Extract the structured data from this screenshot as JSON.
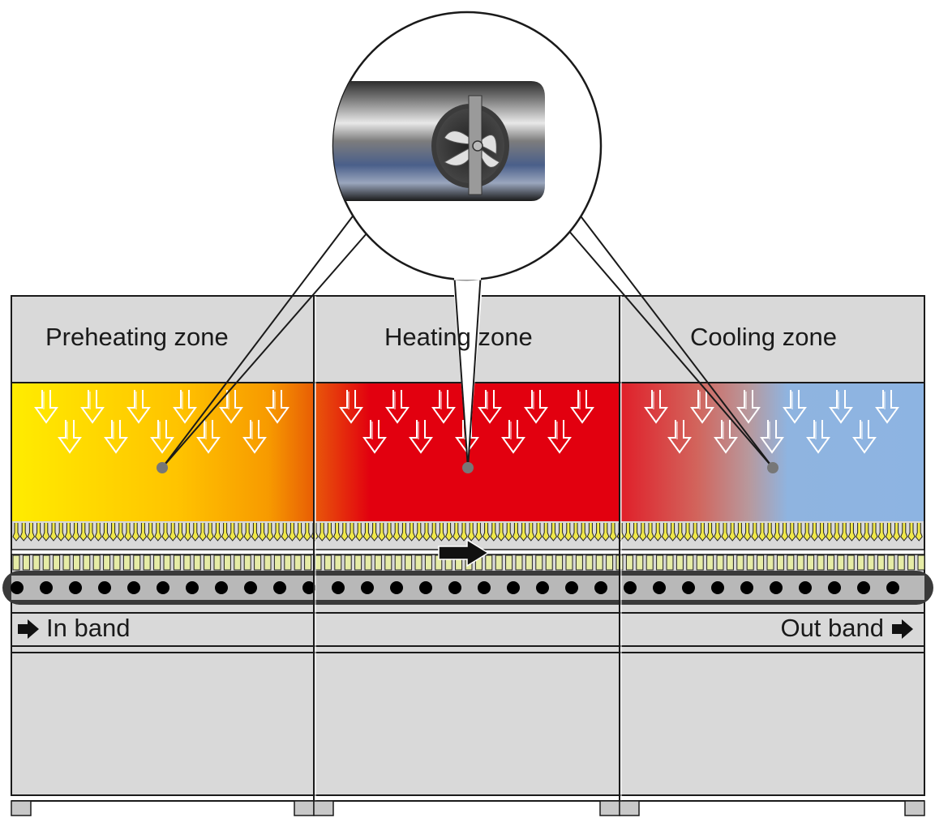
{
  "zones": [
    {
      "label": "Preheating zone"
    },
    {
      "label": "Heating zone"
    },
    {
      "label": "Cooling zone"
    }
  ],
  "band": {
    "in_label": "In band",
    "out_label": "Out band"
  },
  "colors": {
    "housing": "#d9d9d9",
    "preheat_start": "#ffea00",
    "preheat_mid": "#ffc000",
    "preheat_end": "#ee6a00",
    "heat": "#e2000f",
    "cool_start": "#e0242a",
    "cool_mid": "#c27b74",
    "cool_end": "#8db4e2",
    "components": "#e6eca6",
    "belt": "#3a3a3a"
  },
  "icons": [
    "downward-airflow-arrow-icon",
    "transport-direction-arrow-icon",
    "nozzle-fan-photo"
  ]
}
